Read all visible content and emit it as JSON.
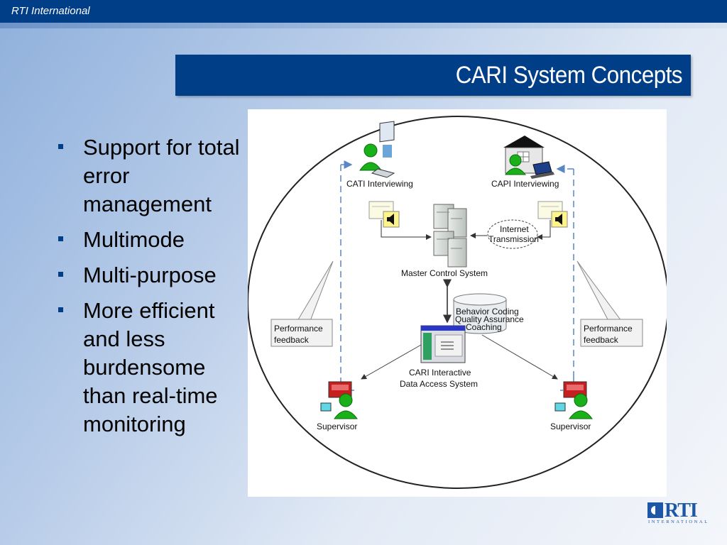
{
  "header": {
    "org_name": "RTI International"
  },
  "slide": {
    "title": "CARI System Concepts",
    "bullets": [
      "Support for total error management",
      "Multimode",
      "Multi-purpose",
      "More efficient and less burdensome than real-time monitoring"
    ]
  },
  "diagram": {
    "labels": {
      "cati": "CATI Interviewing",
      "capi": "CAPI Interviewing",
      "internet_line1": "Internet",
      "internet_line2": "Transmission",
      "master": "Master Control System",
      "db_line1": "Behavior Coding",
      "db_line2": "Quality Assurance",
      "db_line3": "Coaching",
      "perf_left_line1": "Performance",
      "perf_left_line2": "feedback",
      "perf_right_line1": "Performance",
      "perf_right_line2": "feedback",
      "cari_line1": "CARI Interactive",
      "cari_line2": "Data Access System",
      "supervisor_left": "Supervisor",
      "supervisor_right": "Supervisor"
    }
  },
  "logo": {
    "word": "RTI",
    "sub": "INTERNATIONAL"
  },
  "colors": {
    "brand_blue": "#003f87",
    "person_green": "#19b019",
    "dash_blue": "#5a86c6"
  }
}
